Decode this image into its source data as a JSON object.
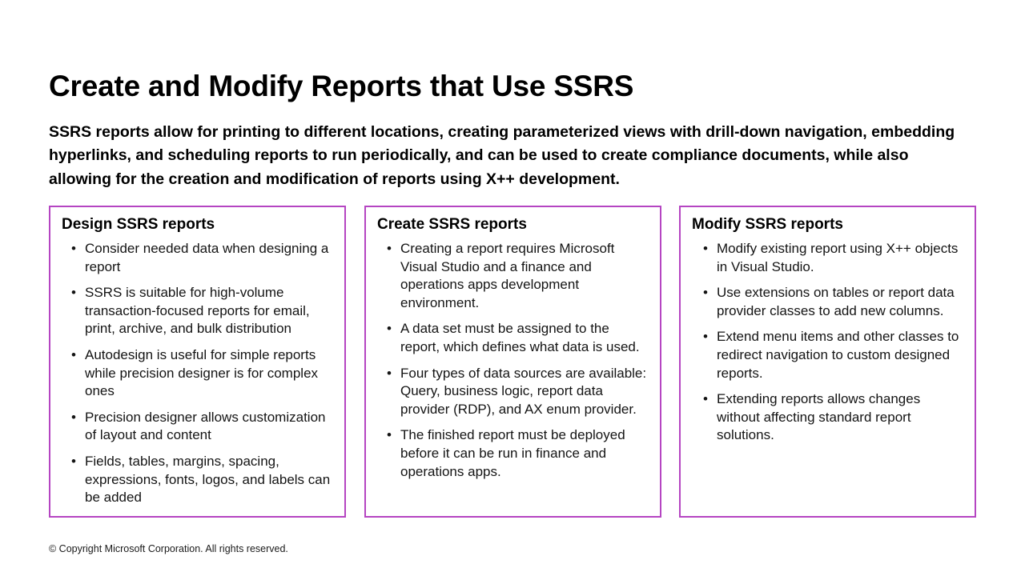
{
  "slide": {
    "title": "Create and Modify Reports that Use SSRS",
    "subtitle": "SSRS reports allow for printing to different locations, creating parameterized views with drill-down navigation, embedding hyperlinks, and scheduling reports to run periodically, and can be used to create compliance documents, while also allowing for the creation and modification of reports using X++ development.",
    "accent_color": "#b545c2",
    "background_color": "#ffffff",
    "text_color": "#000000"
  },
  "cards": [
    {
      "title": "Design SSRS reports",
      "bullet_glyph": "•",
      "bullets": [
        "Consider needed data when designing a report",
        "SSRS is suitable for high-volume transaction-focused reports for email, print, archive, and bulk distribution",
        "Autodesign is useful for simple reports while precision designer is for complex ones",
        "Precision designer allows customization of layout and content",
        "Fields, tables, margins, spacing, expressions, fonts, logos, and labels can be added"
      ]
    },
    {
      "title": "Create SSRS reports",
      "bullet_glyph": "•",
      "bullets": [
        "Creating a report requires Microsoft Visual Studio and a finance and operations apps development environment.",
        "A data set must be assigned to the report, which defines what data is used.",
        "Four types of data sources are available: Query, business logic, report data provider (RDP), and AX enum provider.",
        "The finished report must be deployed before it can be run in finance and operations apps."
      ]
    },
    {
      "title": "Modify SSRS reports",
      "bullet_glyph": "•",
      "bullets": [
        "Modify existing report using X++ objects in Visual Studio.",
        "Use extensions on tables or report data provider classes to add new columns.",
        "Extend menu items and other classes to redirect navigation to custom designed reports.",
        "Extending reports allows changes without affecting standard report solutions."
      ]
    }
  ],
  "footer": {
    "copyright": "© Copyright Microsoft Corporation. All rights reserved."
  }
}
